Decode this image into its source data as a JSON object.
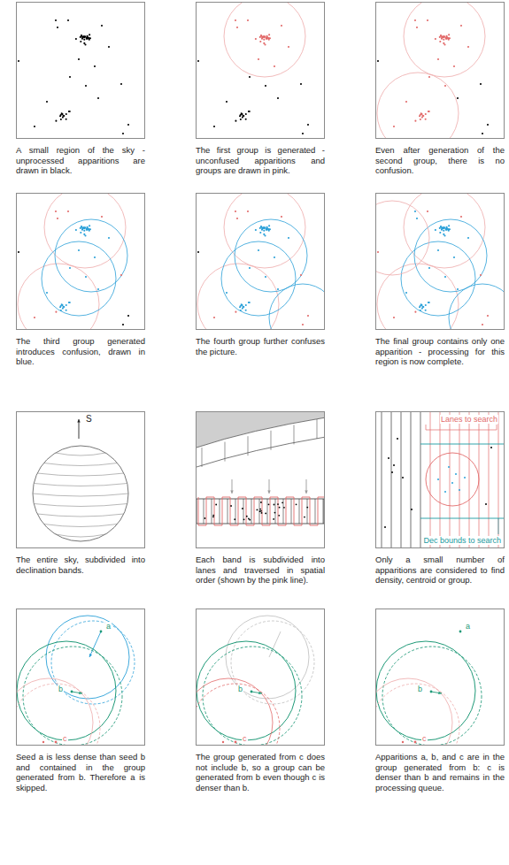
{
  "diagram": {
    "nodes": [
      {
        "text": [
          "A small region of the sky - unprocessed apparitions are drawn in black."
        ]
      },
      {
        "text": [
          "The first group is generated - unconfused apparitions and groups are drawn in pink."
        ]
      },
      {
        "text": [
          "Even after generation of the second group, there is no confusion."
        ]
      },
      {
        "text": [
          "The third group generated introduces confusion, drawn in blue."
        ]
      },
      {
        "text": [
          "The fourth group further confuses the picture."
        ]
      },
      {
        "text": [
          "The final group contains only one apparition - processing for this region is now complete."
        ]
      },
      {
        "text": [
          "S",
          "The entire sky, subdivided into declination bands."
        ]
      },
      {
        "text": [
          "Each band is subdivided into lanes and traversed in spatial order (shown by the pink line)."
        ]
      },
      {
        "text": [
          "Lanes to search",
          "Dec bounds to search",
          "Only a small number of apparitions are considered to find density, centroid or group."
        ]
      },
      {
        "text": [
          "a",
          "b",
          "c",
          "Seed a is less dense than seed b and contained in the group generated from b. Therefore a is skipped."
        ]
      },
      {
        "text": [
          "b",
          "c",
          "The group generated from c does not include b, so a group can be generated from b even though c is denser than b."
        ]
      },
      {
        "text": [
          "a",
          "b",
          "c",
          "Apparitions a, b, and c are in the group generated from b: c is denser than b and remains in the processing queue."
        ]
      }
    ]
  }
}
